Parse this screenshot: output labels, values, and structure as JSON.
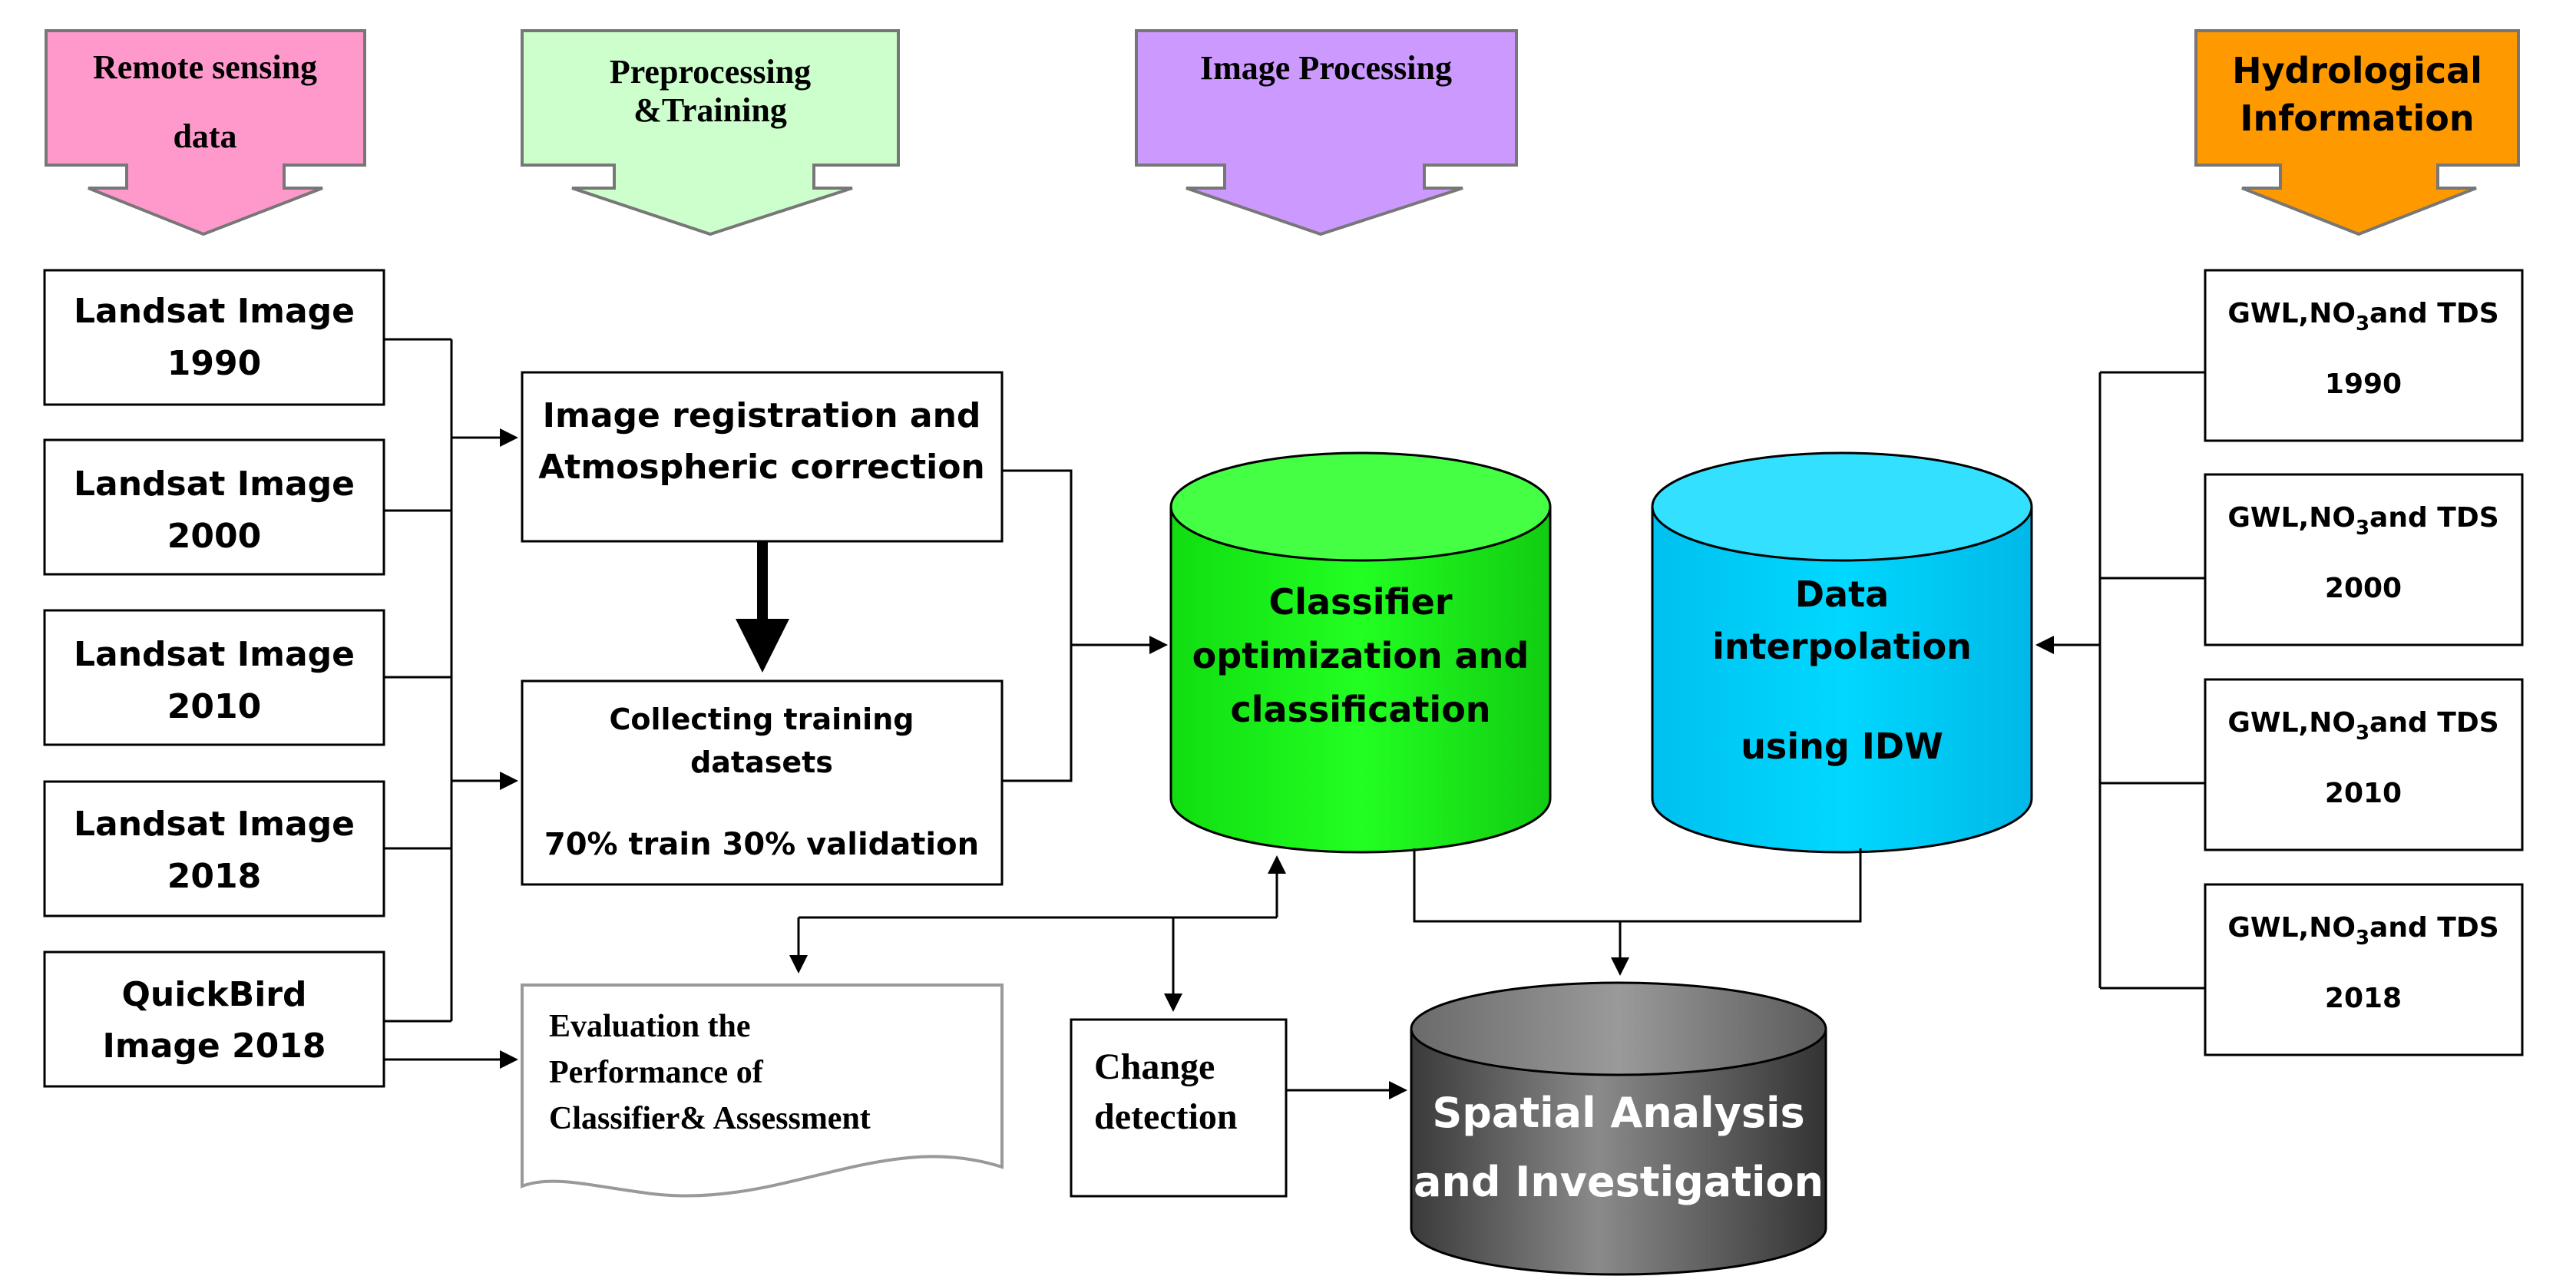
{
  "headers": {
    "remote_sensing": {
      "line1": "Remote sensing",
      "line2": "data",
      "color": "#ff99cc"
    },
    "preprocessing": {
      "line1": "Preprocessing",
      "line2": "&Training",
      "color": "#ccffcc"
    },
    "image_processing": {
      "line1": "Image Processing",
      "color": "#cc99ff"
    },
    "hydrological": {
      "line1": "Hydrological",
      "line2": "Information",
      "color": "#ff9900"
    }
  },
  "inputs": [
    {
      "line1": "Landsat Image",
      "line2": "1990"
    },
    {
      "line1": "Landsat Image",
      "line2": "2000"
    },
    {
      "line1": "Landsat Image",
      "line2": "2010"
    },
    {
      "line1": "Landsat Image",
      "line2": "2018"
    },
    {
      "line1": "QuickBird",
      "line2": "Image 2018"
    }
  ],
  "registration": {
    "line1": "Image registration and",
    "line2": "Atmospheric correction"
  },
  "training": {
    "line1": "Collecting training",
    "line2": "datasets",
    "line3": "70% train 30% validation"
  },
  "evaluation": {
    "line1": "Evaluation the",
    "line2": "Performance of",
    "line3": "Classifier& Assessment"
  },
  "change": {
    "line1": "Change",
    "line2": "detection"
  },
  "classifier": {
    "line1": "Classifier",
    "line2": "optimization and",
    "line3": "classification",
    "color": "#00ee00"
  },
  "interpolation": {
    "line1": "Data",
    "line2": "interpolation",
    "line3": "using IDW",
    "color": "#00ccff"
  },
  "spatial": {
    "line1": "Spatial Analysis",
    "line2": "and Investigation",
    "color": "#555555"
  },
  "hydro_items": [
    {
      "prefix": "GWL,NO",
      "sub": "3",
      "suffix": "and TDS",
      "year": "1990"
    },
    {
      "prefix": "GWL,NO",
      "sub": "3",
      "suffix": "and TDS",
      "year": "2000"
    },
    {
      "prefix": "GWL,NO",
      "sub": "3",
      "suffix": "and TDS",
      "year": "2010"
    },
    {
      "prefix": "GWL,NO",
      "sub": "3",
      "suffix": "and TDS",
      "year": "2018"
    }
  ]
}
